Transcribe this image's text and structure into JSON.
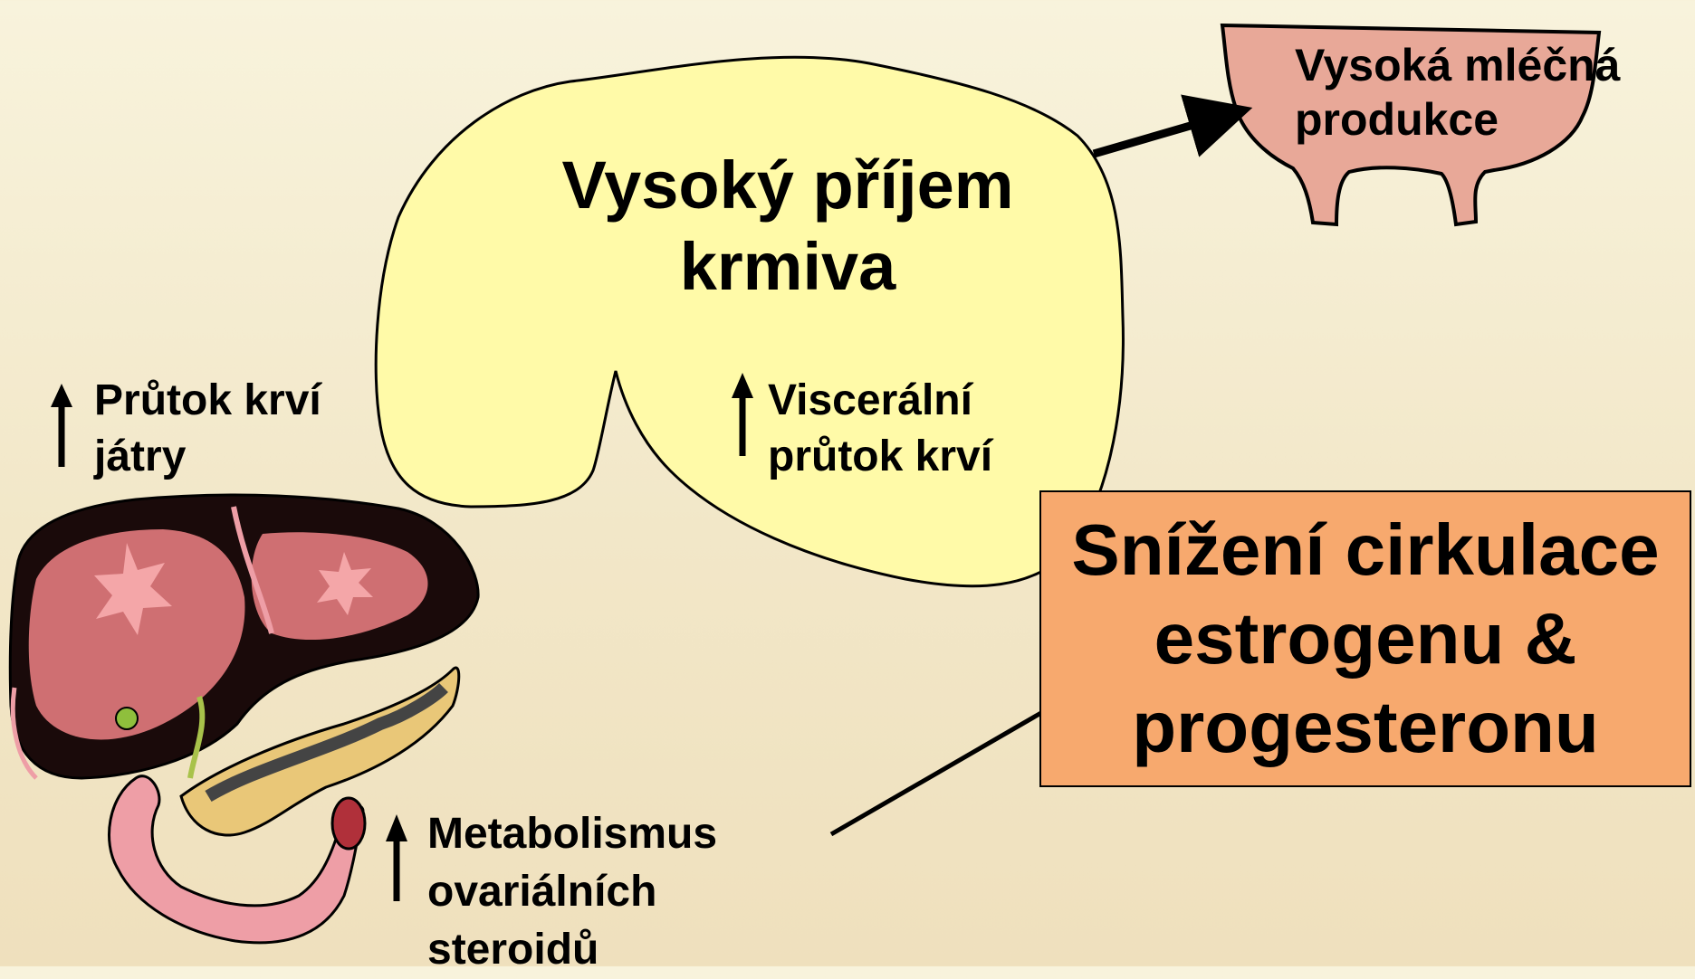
{
  "intake_label": [
    "Vysoký příjem",
    "krmiva"
  ],
  "milk_label": [
    "Vysoká mléčná",
    "produkce"
  ],
  "liver_blood_flow_label": [
    "Průtok krví",
    "játry"
  ],
  "visceral_blood_flow_label": [
    "Viscerální",
    "průtok krví"
  ],
  "metabolism_label": [
    "Metabolismus",
    "ovariálních",
    "steroidů"
  ],
  "result_label": [
    "Snížení cirkulace",
    "estrogenu &",
    "progesteronu"
  ],
  "colors": {
    "background": "#f5ecd0",
    "rumen_fill": "#fffaa8",
    "udder_fill": "#e8a898",
    "result_box_fill": "#f7a96e",
    "liver_fill": "#cf6f72",
    "intestine_fill": "#ee9ea6",
    "arrow": "#000000"
  },
  "icons": [
    "rumen-shape",
    "udder-shape",
    "liver-pancreas-illustration",
    "up-arrow-icon",
    "arrow-right"
  ]
}
